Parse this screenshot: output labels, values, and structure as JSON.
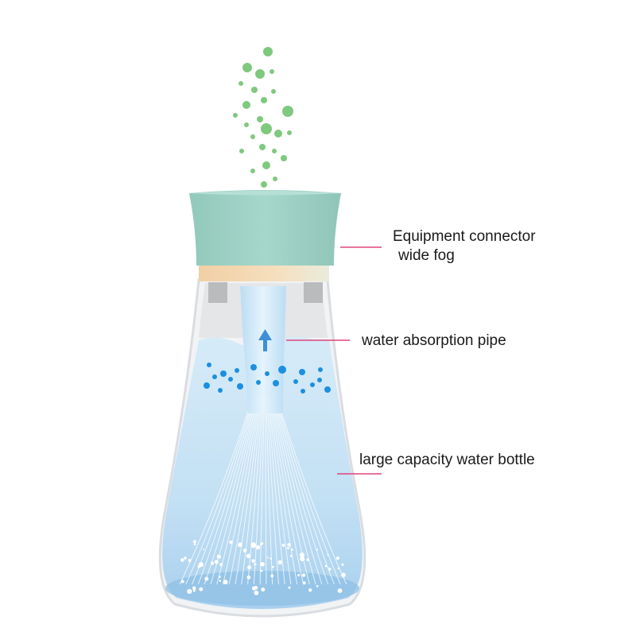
{
  "labels": {
    "connector_line1": "Equipment connector",
    "connector_line2": "wide fog",
    "absorption_pipe": "water absorption pipe",
    "water_bottle": "large capacity water bottle"
  },
  "colors": {
    "cap": "#9fd2c6",
    "collar": "#f3d6ae",
    "water": "#c8e2f5",
    "fog_particles": "#7fc97e",
    "leader_lines": "#e0457b",
    "droplets": "#1c8fe0"
  }
}
